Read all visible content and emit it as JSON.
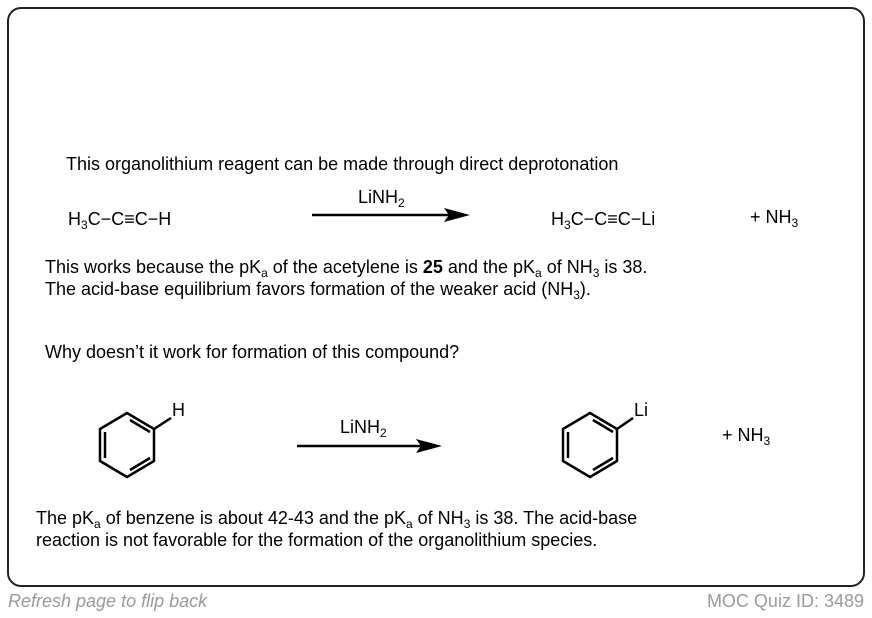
{
  "intro": "This organolithium reagent can be made through direct deprotonation",
  "reaction1": {
    "reactant": [
      "H",
      "3",
      "C−C≡C−H"
    ],
    "reagent": [
      "LiNH",
      "2"
    ],
    "product": [
      "H",
      "3",
      "C−C≡C−Li"
    ],
    "byproduct": [
      "+ NH",
      "3"
    ]
  },
  "explain1": {
    "l1a": "This works because the pK",
    "a": "a",
    "l1b": " of the acetylene is ",
    "bold": "25",
    "l1c": " and the pK",
    "l1d": " of NH",
    "three": "3",
    "l1e": " is 38.",
    "l2a": "The acid-base equilibrium favors formation of the weaker acid (NH",
    "l2b": ")."
  },
  "question": "Why doesn’t it work for formation of this compound?",
  "reaction2": {
    "reactant_sub": "H",
    "reagent": [
      "LiNH",
      "2"
    ],
    "product_sub": "Li",
    "byproduct": [
      "+ NH",
      "3"
    ]
  },
  "explain2": {
    "l1a": "The pK",
    "a": "a",
    "l1b": " of benzene is about 42-43 and the pK",
    "l1c": " of NH",
    "three": "3",
    "l1d": " is 38. The acid-base",
    "l2": "reaction is not favorable for the formation of the organolithium species."
  },
  "footer": {
    "left": "Refresh page to flip back",
    "right": "MOC Quiz ID: 3489"
  }
}
